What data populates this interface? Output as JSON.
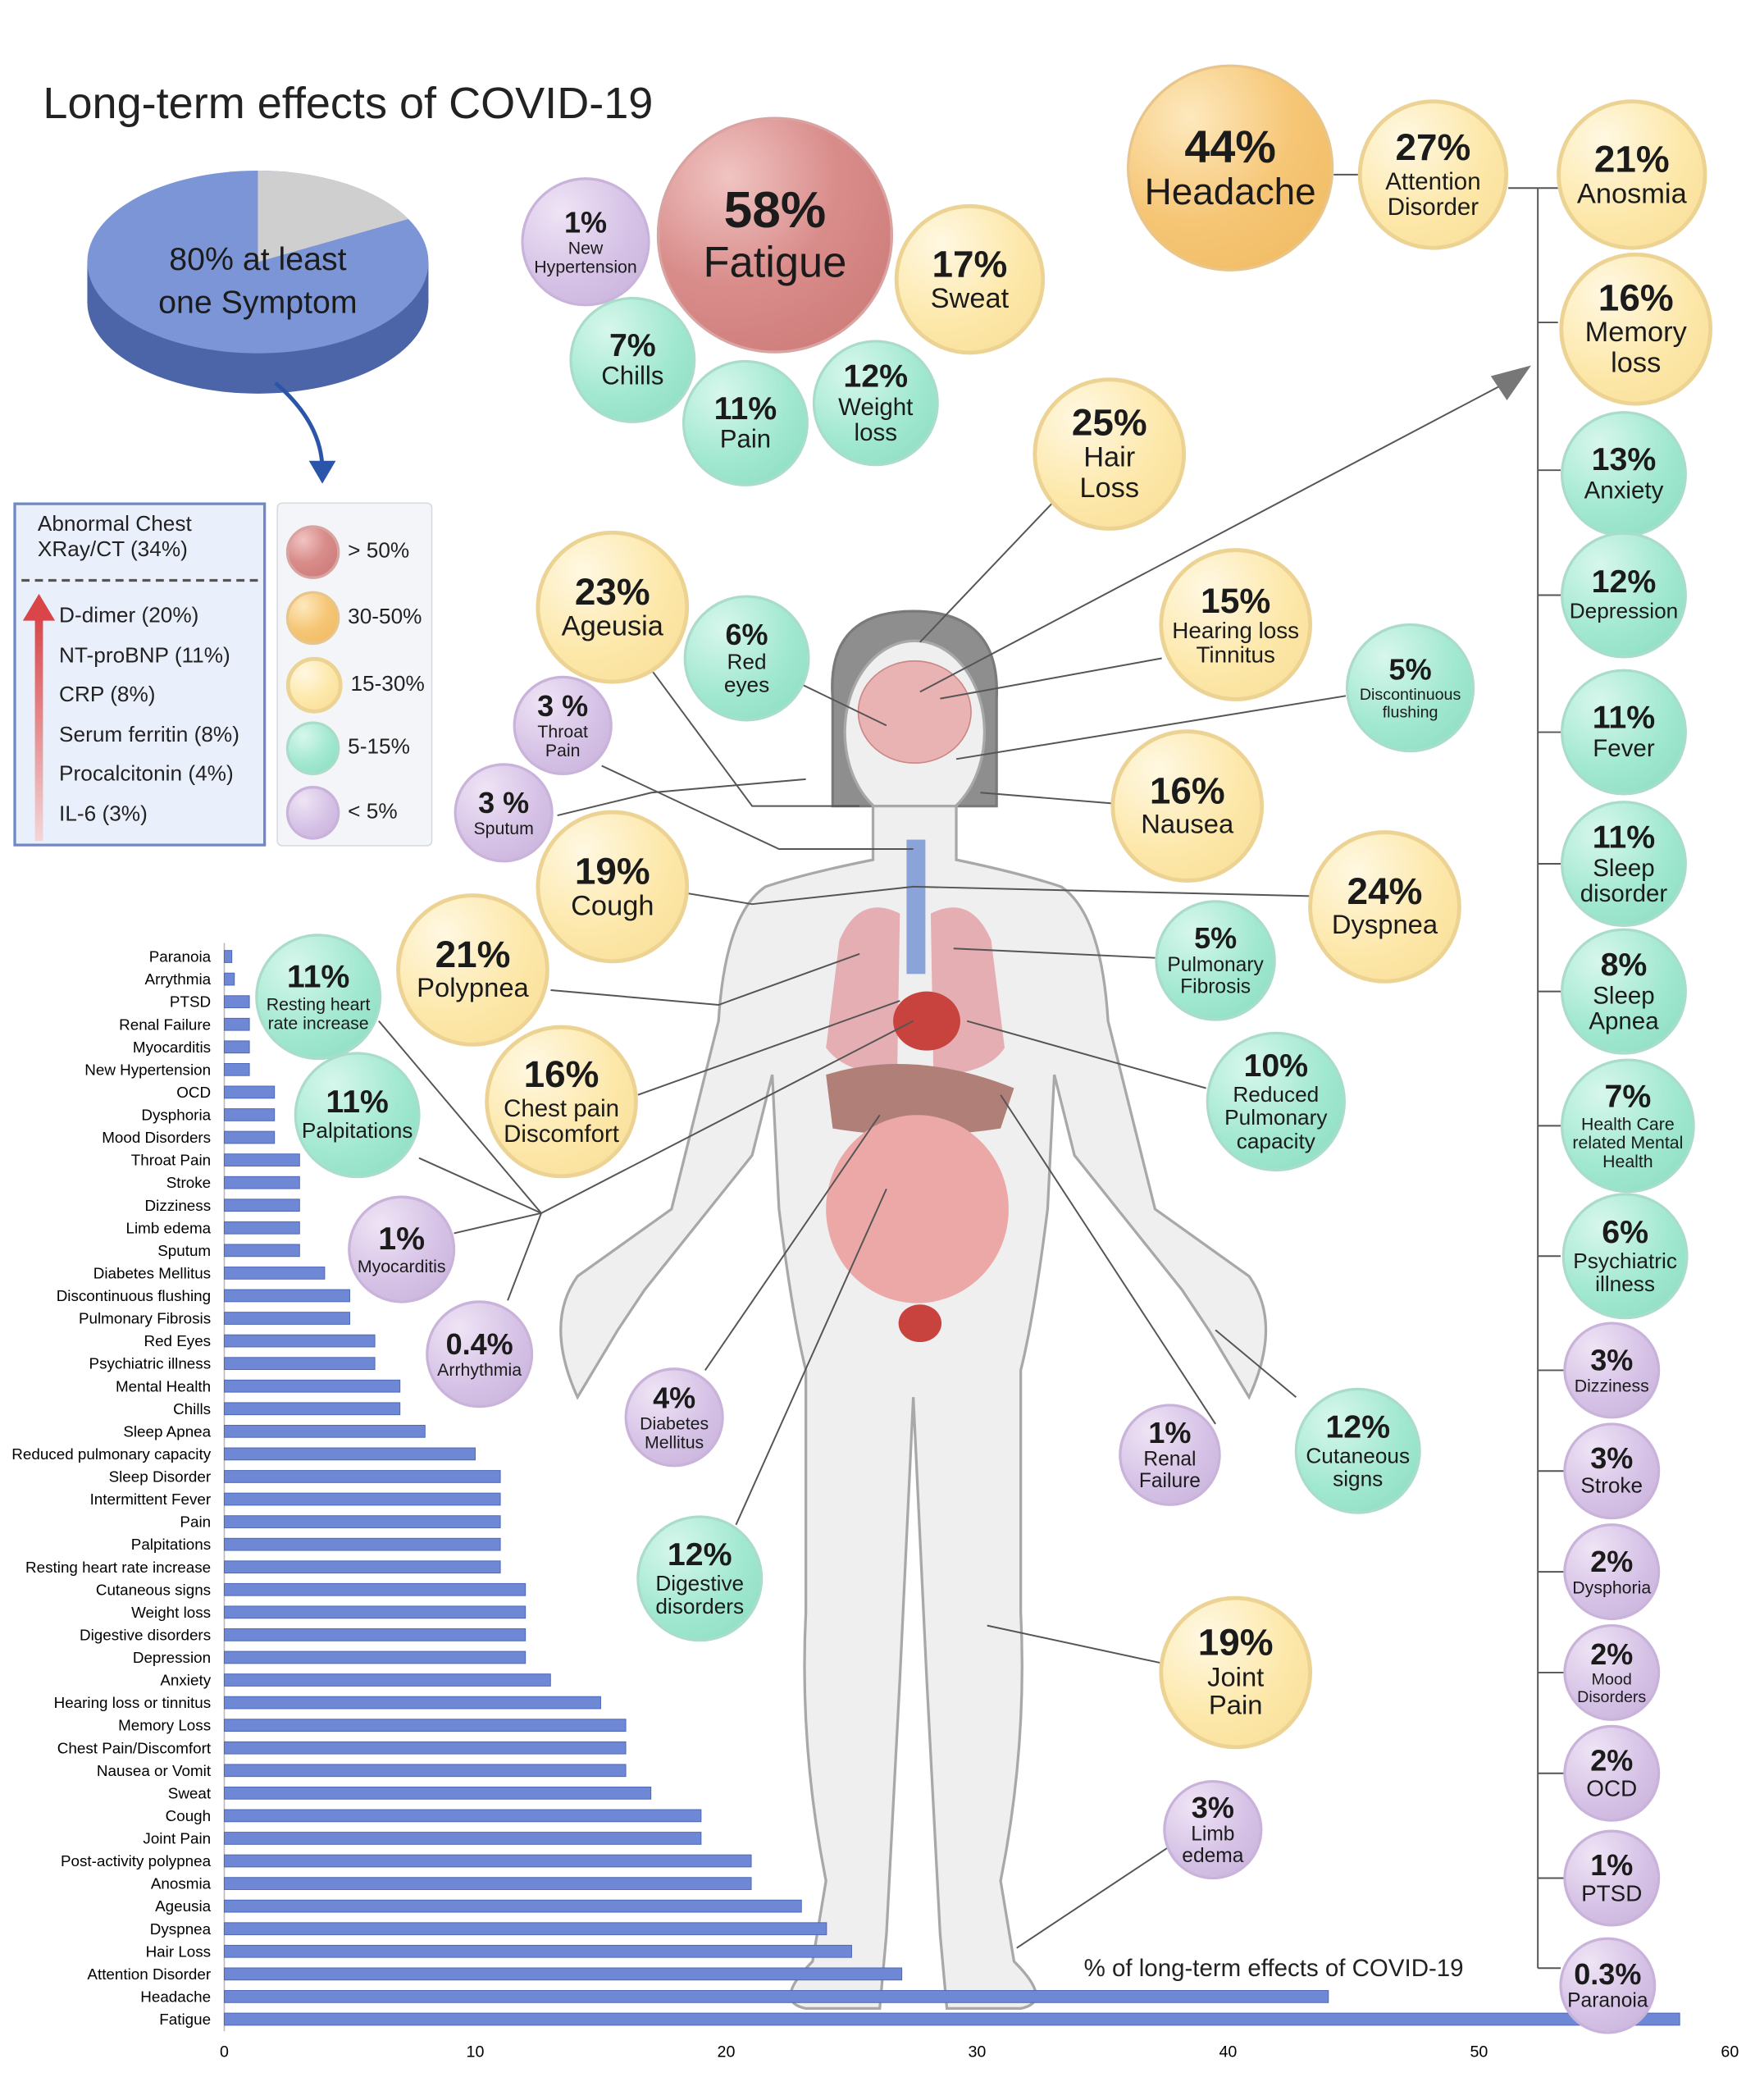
{
  "title": "Long-term effects of COVID-19",
  "pie": {
    "label": "80% at least\none Symptom",
    "value_percent": 80
  },
  "lab_markers": {
    "header": "Abnormal Chest\nXRay/CT (34%)",
    "items": [
      "D-dimer (20%)",
      "NT-proBNP (11%)",
      "CRP (8%)",
      "Serum ferritin (8%)",
      "Procalcitonin (4%)",
      "IL-6 (3%)"
    ]
  },
  "legend": [
    {
      "label": "> 50%",
      "color": "#d98d8b"
    },
    {
      "label": "30-50%",
      "color": "#f6c676"
    },
    {
      "label": "15-30%",
      "color": "#fde8aa"
    },
    {
      "label": "5-15%",
      "color": "#a1e8d0"
    },
    {
      "label": "< 5%",
      "color": "#d6c2e6"
    }
  ],
  "bubbles": [
    {
      "pct": "58%",
      "label": "Fatigue",
      "cat": "red"
    },
    {
      "pct": "1%",
      "label": "New\nHypertension",
      "cat": "purple"
    },
    {
      "pct": "17%",
      "label": "Sweat",
      "cat": "yellow"
    },
    {
      "pct": "7%",
      "label": "Chills",
      "cat": "teal"
    },
    {
      "pct": "11%",
      "label": "Pain",
      "cat": "teal"
    },
    {
      "pct": "12%",
      "label": "Weight\nloss",
      "cat": "teal"
    },
    {
      "pct": "44%",
      "label": "Headache",
      "cat": "orange"
    },
    {
      "pct": "27%",
      "label": "Attention\nDisorder",
      "cat": "yellow"
    },
    {
      "pct": "21%",
      "label": "Anosmia",
      "cat": "yellow"
    },
    {
      "pct": "16%",
      "label": "Memory\nloss",
      "cat": "yellow"
    },
    {
      "pct": "13%",
      "label": "Anxiety",
      "cat": "teal"
    },
    {
      "pct": "12%",
      "label": "Depression",
      "cat": "teal"
    },
    {
      "pct": "11%",
      "label": "Fever",
      "cat": "teal"
    },
    {
      "pct": "11%",
      "label": "Sleep\ndisorder",
      "cat": "teal"
    },
    {
      "pct": "8%",
      "label": "Sleep\nApnea",
      "cat": "teal"
    },
    {
      "pct": "7%",
      "label": "Health Care\nrelated Mental\nHealth",
      "cat": "teal"
    },
    {
      "pct": "6%",
      "label": "Psychiatric\nillness",
      "cat": "teal"
    },
    {
      "pct": "3%",
      "label": "Dizziness",
      "cat": "purple"
    },
    {
      "pct": "3%",
      "label": "Stroke",
      "cat": "purple"
    },
    {
      "pct": "2%",
      "label": "Dysphoria",
      "cat": "purple"
    },
    {
      "pct": "2%",
      "label": "Mood\nDisorders",
      "cat": "purple"
    },
    {
      "pct": "2%",
      "label": "OCD",
      "cat": "purple"
    },
    {
      "pct": "1%",
      "label": "PTSD",
      "cat": "purple"
    },
    {
      "pct": "0.3%",
      "label": "Paranoia",
      "cat": "purple"
    },
    {
      "pct": "25%",
      "label": "Hair\nLoss",
      "cat": "yellow"
    },
    {
      "pct": "23%",
      "label": "Ageusia",
      "cat": "yellow"
    },
    {
      "pct": "6%",
      "label": "Red\neyes",
      "cat": "teal"
    },
    {
      "pct": "15%",
      "label": "Hearing loss\nTinnitus",
      "cat": "yellow"
    },
    {
      "pct": "5%",
      "label": "Discontinuous\nflushing",
      "cat": "teal"
    },
    {
      "pct": "3 %",
      "label": "Throat\nPain",
      "cat": "purple"
    },
    {
      "pct": "3 %",
      "label": "Sputum",
      "cat": "purple"
    },
    {
      "pct": "16%",
      "label": "Nausea",
      "cat": "yellow"
    },
    {
      "pct": "19%",
      "label": "Cough",
      "cat": "yellow"
    },
    {
      "pct": "24%",
      "label": "Dyspnea",
      "cat": "yellow"
    },
    {
      "pct": "21%",
      "label": "Polypnea",
      "cat": "yellow"
    },
    {
      "pct": "5%",
      "label": "Pulmonary\nFibrosis",
      "cat": "teal"
    },
    {
      "pct": "11%",
      "label": "Resting heart\nrate increase",
      "cat": "teal"
    },
    {
      "pct": "16%",
      "label": "Chest pain\nDiscomfort",
      "cat": "yellow"
    },
    {
      "pct": "10%",
      "label": "Reduced\nPulmonary\ncapacity",
      "cat": "teal"
    },
    {
      "pct": "11%",
      "label": "Palpitations",
      "cat": "teal"
    },
    {
      "pct": "1%",
      "label": "Myocarditis",
      "cat": "purple"
    },
    {
      "pct": "0.4%",
      "label": "Arrhythmia",
      "cat": "purple"
    },
    {
      "pct": "4%",
      "label": "Diabetes\nMellitus",
      "cat": "purple"
    },
    {
      "pct": "1%",
      "label": "Renal\nFailure",
      "cat": "purple"
    },
    {
      "pct": "12%",
      "label": "Cutaneous\nsigns",
      "cat": "teal"
    },
    {
      "pct": "12%",
      "label": "Digestive\ndisorders",
      "cat": "teal"
    },
    {
      "pct": "19%",
      "label": "Joint\nPain",
      "cat": "yellow"
    },
    {
      "pct": "3%",
      "label": "Limb\nedema",
      "cat": "purple"
    }
  ],
  "chart_data": {
    "type": "bar",
    "orientation": "horizontal",
    "xlabel": "% of long-term effects of COVID-19",
    "xlim": [
      0,
      60
    ],
    "xticks": [
      0,
      10,
      20,
      30,
      40,
      50,
      60
    ],
    "bar_color": "#6f88d6",
    "categories": [
      "Paranoia",
      "Arrythmia",
      "PTSD",
      "Renal Failure",
      "Myocarditis",
      "New Hypertension",
      "OCD",
      "Dysphoria",
      "Mood Disorders",
      "Throat Pain",
      "Stroke",
      "Dizziness",
      "Limb edema",
      "Sputum",
      "Diabetes Mellitus",
      "Discontinuous flushing",
      "Pulmonary Fibrosis",
      "Red Eyes",
      "Psychiatric illness",
      "Mental Health",
      "Chills",
      "Sleep Apnea",
      "Reduced pulmonary capacity",
      "Sleep Disorder",
      "Intermittent Fever",
      "Pain",
      "Palpitations",
      "Resting heart rate increase",
      "Cutaneous signs",
      "Weight loss",
      "Digestive disorders",
      "Depression",
      "Anxiety",
      "Hearing loss or tinnitus",
      "Memory Loss",
      "Chest Pain/Discomfort",
      "Nausea or Vomit",
      "Sweat",
      "Cough",
      "Joint Pain",
      "Post-activity polypnea",
      "Anosmia",
      "Ageusia",
      "Dyspnea",
      "Hair Loss",
      "Attention Disorder",
      "Headache",
      "Fatigue"
    ],
    "values": [
      0.3,
      0.4,
      1,
      1,
      1,
      1,
      2,
      2,
      2,
      3,
      3,
      3,
      3,
      3,
      4,
      5,
      5,
      6,
      6,
      7,
      7,
      8,
      10,
      11,
      11,
      11,
      11,
      11,
      12,
      12,
      12,
      12,
      13,
      15,
      16,
      16,
      16,
      17,
      19,
      19,
      21,
      21,
      23,
      24,
      25,
      27,
      44,
      58
    ]
  }
}
